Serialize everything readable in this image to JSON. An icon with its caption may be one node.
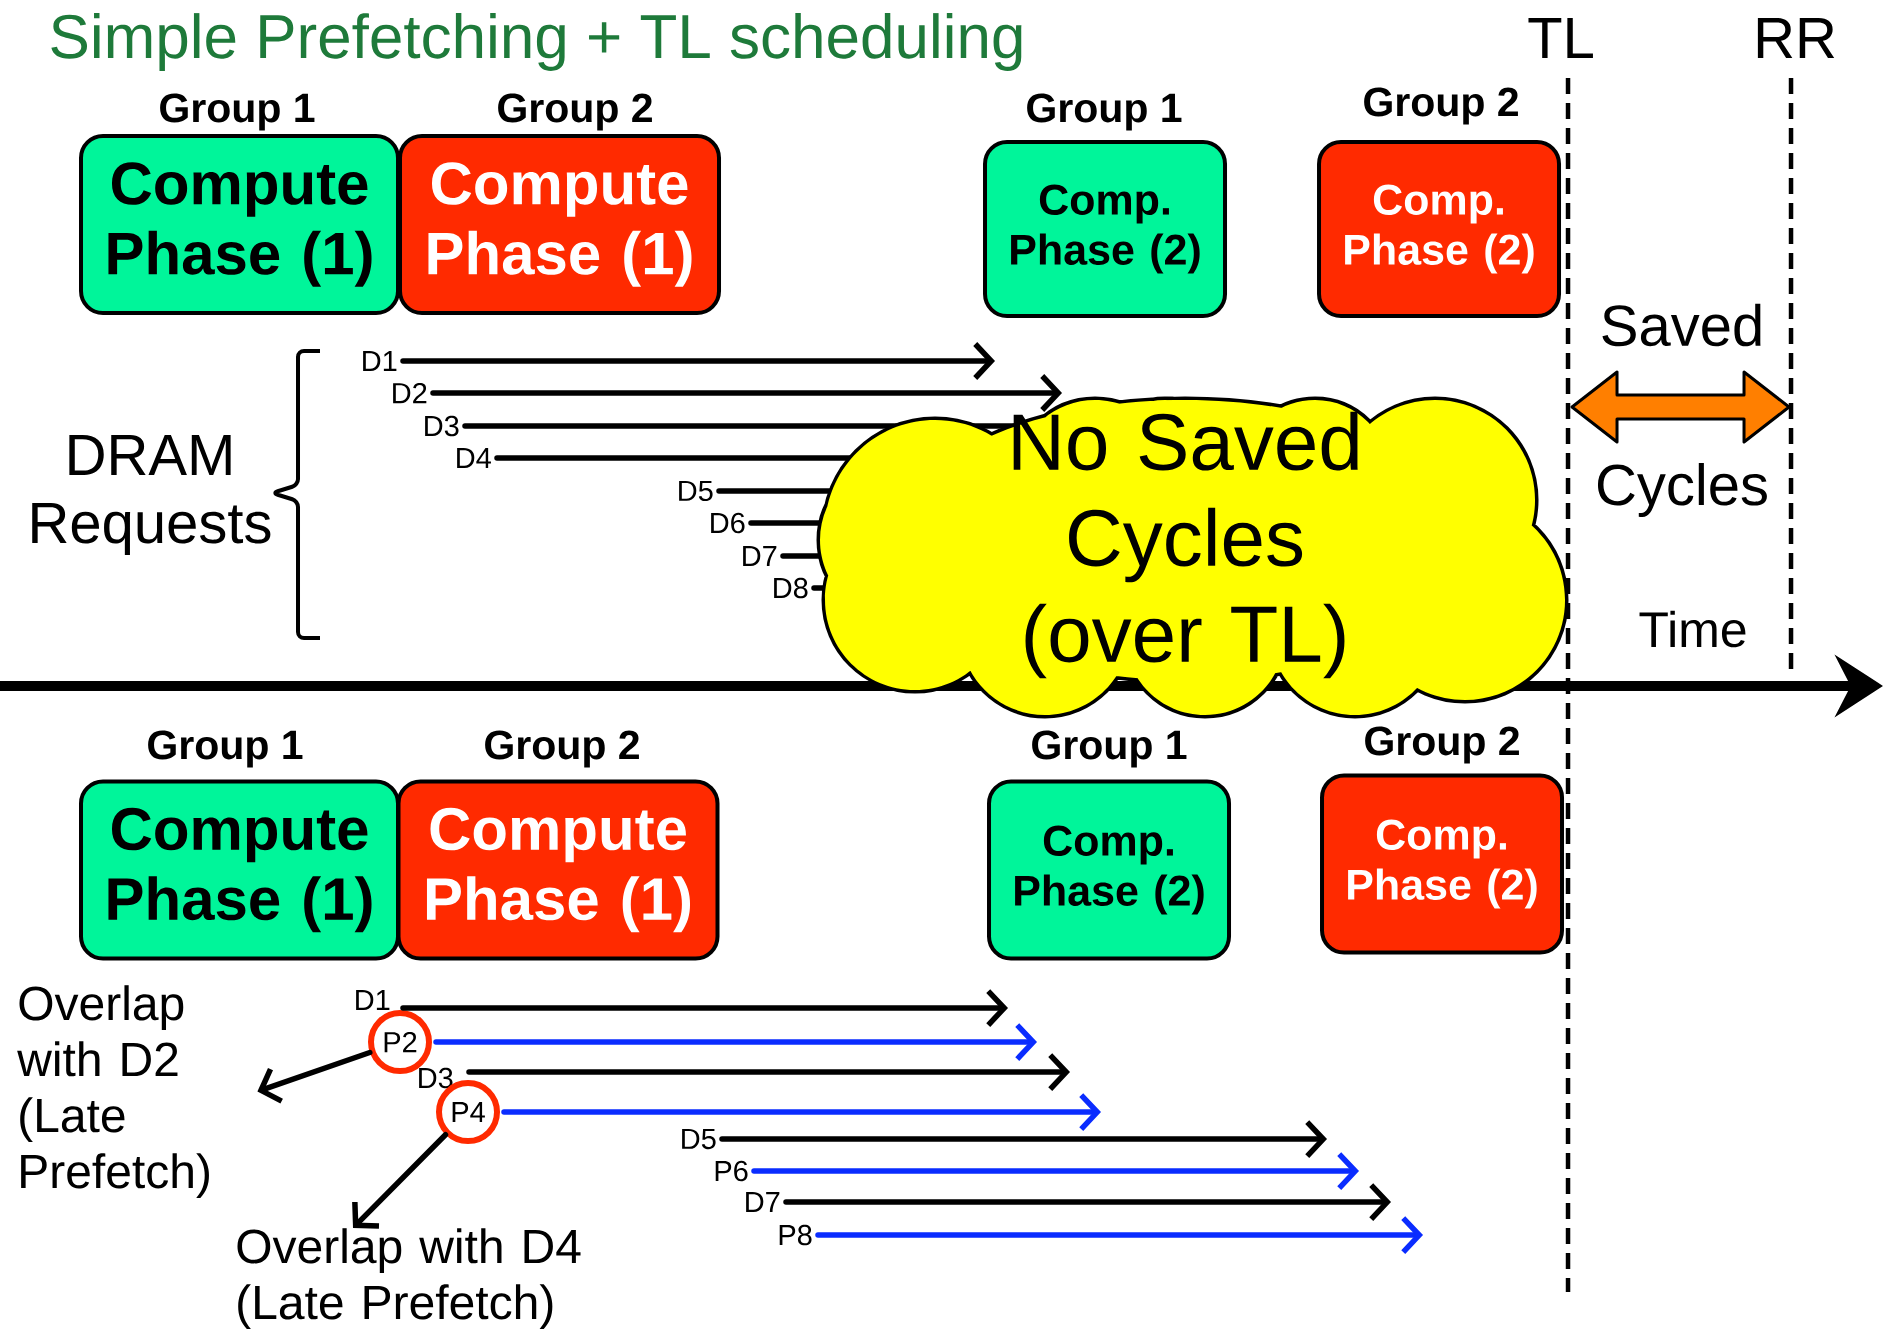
{
  "diagram": {
    "title": "Simple Prefetching + TL scheduling",
    "nodes": [
      {
        "text": [
          "Group 1",
          "Compute Phase (1)"
        ]
      },
      {
        "text": [
          "Group 2",
          "Compute Phase (1)"
        ]
      },
      {
        "text": [
          "Group 1",
          "Comp. Phase (2)"
        ]
      },
      {
        "text": [
          "Group 2",
          "Comp. Phase (2)"
        ]
      },
      {
        "text": [
          "D1"
        ]
      },
      {
        "text": [
          "D2"
        ]
      },
      {
        "text": [
          "D3"
        ]
      },
      {
        "text": [
          "D4"
        ]
      },
      {
        "text": [
          "D5"
        ]
      },
      {
        "text": [
          "D6"
        ]
      },
      {
        "text": [
          "D7"
        ]
      },
      {
        "text": [
          "D8"
        ]
      },
      {
        "text": [
          "No Saved Cycles (over TL)"
        ]
      },
      {
        "text": [
          "Group 1",
          "Compute Phase (1)"
        ]
      },
      {
        "text": [
          "Group 2",
          "Compute Phase (1)"
        ]
      },
      {
        "text": [
          "Group 1",
          "Comp. Phase (2)"
        ]
      },
      {
        "text": [
          "Group 2",
          "Comp. Phase (2)"
        ]
      },
      {
        "text": [
          "D1"
        ]
      },
      {
        "text": [
          "P2"
        ]
      },
      {
        "text": [
          "D3"
        ]
      },
      {
        "text": [
          "P4"
        ]
      },
      {
        "text": [
          "D5"
        ]
      },
      {
        "text": [
          "P6"
        ]
      },
      {
        "text": [
          "D7"
        ]
      },
      {
        "text": [
          "P8"
        ]
      },
      {
        "text": [
          "Overlap with D2 (Late Prefetch)"
        ]
      },
      {
        "text": [
          "Overlap with D4 (Late Prefetch)"
        ]
      }
    ],
    "edges": [
      {
        "from": 4,
        "to": 12,
        "arrow": "to"
      },
      {
        "from": 5,
        "to": 12,
        "arrow": "to"
      },
      {
        "from": 6,
        "to": 12,
        "arrow": "none"
      },
      {
        "from": 7,
        "to": 12,
        "arrow": "none"
      },
      {
        "from": 8,
        "to": 12,
        "arrow": "none"
      },
      {
        "from": 9,
        "to": 12,
        "arrow": "none"
      },
      {
        "from": 10,
        "to": 12,
        "arrow": "none"
      },
      {
        "from": 11,
        "to": 12,
        "arrow": "none"
      },
      {
        "from": 17,
        "to": null,
        "arrow": "to"
      },
      {
        "from": 18,
        "to": null,
        "arrow": "to",
        "color": "#0a2cff"
      },
      {
        "from": 19,
        "to": null,
        "arrow": "to"
      },
      {
        "from": 20,
        "to": null,
        "arrow": "to",
        "color": "#0a2cff"
      },
      {
        "from": 21,
        "to": null,
        "arrow": "to"
      },
      {
        "from": 22,
        "to": null,
        "arrow": "to",
        "color": "#0a2cff"
      },
      {
        "from": 23,
        "to": null,
        "arrow": "to"
      },
      {
        "from": 24,
        "to": null,
        "arrow": "to",
        "color": "#0a2cff"
      },
      {
        "from": 18,
        "to": 25,
        "arrow": "to"
      },
      {
        "from": 20,
        "to": 26,
        "arrow": "to"
      }
    ],
    "labels": [
      "TL",
      "RR",
      "Saved",
      "Cycles",
      "DRAM Requests",
      "Time"
    ]
  }
}
